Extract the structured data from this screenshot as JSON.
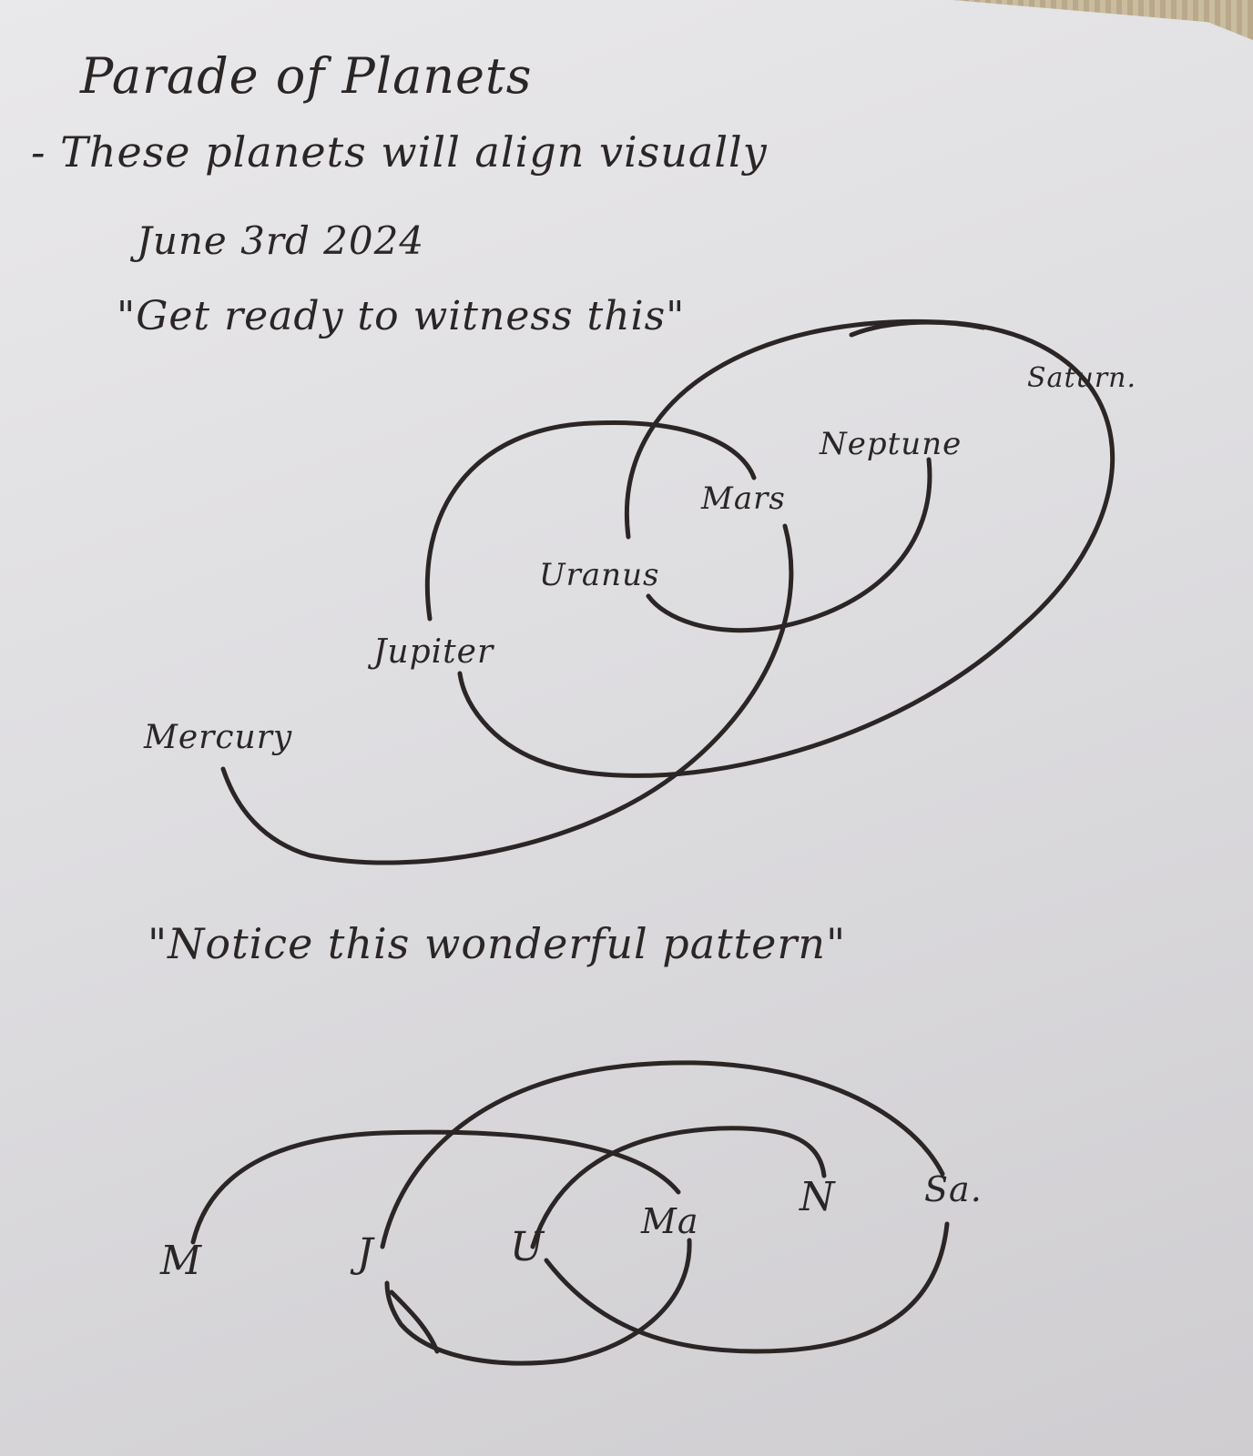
{
  "note": {
    "title": "Parade of Planets",
    "line1": "- These planets will align visually",
    "date": "June 3rd 2024",
    "quote1": "\"Get ready to witness this\"",
    "quote2": "\"Notice this wonderful pattern\""
  },
  "diagram1": {
    "labels": [
      "Mercury",
      "Jupiter",
      "Uranus",
      "Mars",
      "Neptune",
      "Saturn."
    ]
  },
  "diagram2": {
    "labels": [
      "M",
      "J",
      "U",
      "Ma",
      "N",
      "Sa."
    ]
  }
}
